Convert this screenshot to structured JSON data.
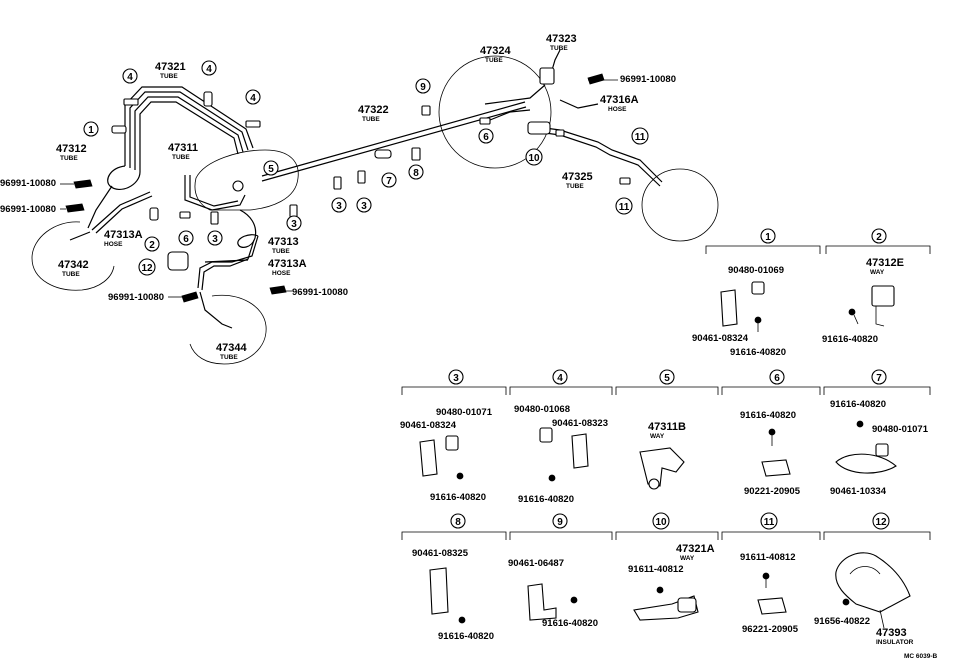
{
  "main_labels": [
    {
      "id": "47321",
      "num": "47321",
      "sub": "TUBE"
    },
    {
      "id": "47312",
      "num": "47312",
      "sub": "TUBE"
    },
    {
      "id": "47311",
      "num": "47311",
      "sub": "TUBE"
    },
    {
      "id": "47322",
      "num": "47322",
      "sub": "TUBE"
    },
    {
      "id": "47324",
      "num": "47324",
      "sub": "TUBE"
    },
    {
      "id": "47323",
      "num": "47323",
      "sub": "TUBE"
    },
    {
      "id": "47316A",
      "num": "47316A",
      "sub": "HOSE"
    },
    {
      "id": "47325",
      "num": "47325",
      "sub": "TUBE"
    },
    {
      "id": "47313A_l",
      "num": "47313A",
      "sub": "HOSE"
    },
    {
      "id": "47342",
      "num": "47342",
      "sub": "TUBE"
    },
    {
      "id": "47313",
      "num": "47313",
      "sub": "TUBE"
    },
    {
      "id": "47313A_r",
      "num": "47313A",
      "sub": "HOSE"
    },
    {
      "id": "47344",
      "num": "47344",
      "sub": "TUBE"
    }
  ],
  "plain_labels": [
    {
      "id": "96991_a",
      "text": "96991-10080"
    },
    {
      "id": "96991_b",
      "text": "96991-10080"
    },
    {
      "id": "96991_c",
      "text": "96991-10080"
    },
    {
      "id": "96991_d",
      "text": "96991-10080"
    },
    {
      "id": "96991_e",
      "text": "96991-10080"
    }
  ],
  "callouts": [
    {
      "id": "c4a",
      "num": "4"
    },
    {
      "id": "c4b",
      "num": "4"
    },
    {
      "id": "c4c",
      "num": "4"
    },
    {
      "id": "c1",
      "num": "1"
    },
    {
      "id": "c5",
      "num": "5"
    },
    {
      "id": "c3a",
      "num": "3"
    },
    {
      "id": "c3b",
      "num": "3"
    },
    {
      "id": "c3c",
      "num": "3"
    },
    {
      "id": "c3d",
      "num": "3"
    },
    {
      "id": "c2",
      "num": "2"
    },
    {
      "id": "c6a",
      "num": "6"
    },
    {
      "id": "c6b",
      "num": "6"
    },
    {
      "id": "c12",
      "num": "12"
    },
    {
      "id": "c9",
      "num": "9"
    },
    {
      "id": "c7",
      "num": "7"
    },
    {
      "id": "c8",
      "num": "8"
    },
    {
      "id": "c10",
      "num": "10"
    },
    {
      "id": "c11a",
      "num": "11"
    },
    {
      "id": "c11b",
      "num": "11"
    }
  ],
  "groups": [
    {
      "id": "g1",
      "num": "1",
      "parts": [
        "90480-01069",
        "90461-08324",
        "91616-40820"
      ]
    },
    {
      "id": "g2",
      "num": "2",
      "parts": [
        "47312E",
        "WAY",
        "91616-40820"
      ]
    },
    {
      "id": "g3",
      "num": "3",
      "parts": [
        "90480-01071",
        "90461-08324",
        "91616-40820"
      ]
    },
    {
      "id": "g4",
      "num": "4",
      "parts": [
        "90480-01068",
        "90461-08323",
        "91616-40820"
      ]
    },
    {
      "id": "g5",
      "num": "5",
      "parts": [
        "47311B",
        "WAY"
      ]
    },
    {
      "id": "g6",
      "num": "6",
      "parts": [
        "91616-40820",
        "90221-20905"
      ]
    },
    {
      "id": "g7",
      "num": "7",
      "parts": [
        "91616-40820",
        "90480-01071",
        "90461-10334"
      ]
    },
    {
      "id": "g8",
      "num": "8",
      "parts": [
        "90461-08325",
        "91616-40820"
      ]
    },
    {
      "id": "g9",
      "num": "9",
      "parts": [
        "90461-06487",
        "91616-40820"
      ]
    },
    {
      "id": "g10",
      "num": "10",
      "parts": [
        "47321A",
        "WAY",
        "91611-40812"
      ]
    },
    {
      "id": "g11",
      "num": "11",
      "parts": [
        "91611-40812",
        "96221-20905"
      ]
    },
    {
      "id": "g12",
      "num": "12",
      "parts": [
        "47393",
        "INSULATOR",
        "91656-40822"
      ]
    }
  ],
  "code": "MC 6039-B"
}
